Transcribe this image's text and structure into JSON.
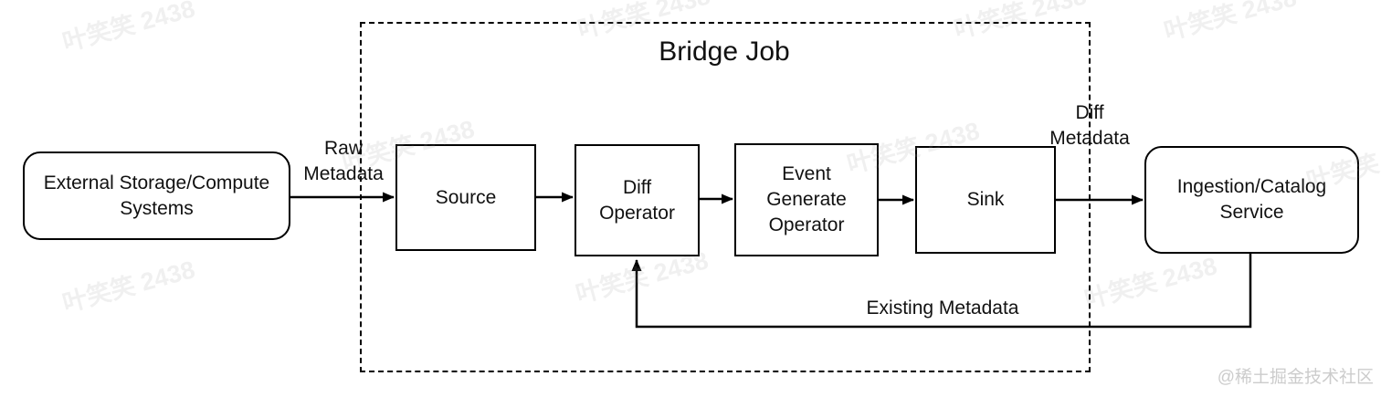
{
  "diagram": {
    "title": "Bridge Job",
    "nodes": [
      {
        "id": "external",
        "label": "External Storage/Compute Systems",
        "shape": "rounded"
      },
      {
        "id": "source",
        "label": "Source",
        "shape": "rect"
      },
      {
        "id": "diff-operator",
        "label": "Diff Operator",
        "shape": "rect"
      },
      {
        "id": "event-generate-operator",
        "label": "Event Generate Operator",
        "shape": "rect"
      },
      {
        "id": "sink",
        "label": "Sink",
        "shape": "rect"
      },
      {
        "id": "ingestion-catalog-service",
        "label": "Ingestion/Catalog Service",
        "shape": "rounded"
      }
    ],
    "edges": [
      {
        "from": "external",
        "to": "source",
        "label": "Raw Metadata"
      },
      {
        "from": "source",
        "to": "diff-operator",
        "label": ""
      },
      {
        "from": "diff-operator",
        "to": "event-generate-operator",
        "label": ""
      },
      {
        "from": "event-generate-operator",
        "to": "sink",
        "label": ""
      },
      {
        "from": "sink",
        "to": "ingestion-catalog-service",
        "label": "Diff Metadata"
      },
      {
        "from": "ingestion-catalog-service",
        "to": "diff-operator",
        "label": "Existing Metadata",
        "style": "feedback"
      }
    ],
    "group": {
      "label": "Bridge Job",
      "style": "dashed",
      "members": [
        "source",
        "diff-operator",
        "event-generate-operator",
        "sink"
      ]
    },
    "edge_labels": {
      "raw_metadata": "Raw Metadata",
      "diff_metadata": "Diff Metadata",
      "existing_metadata": "Existing Metadata"
    }
  },
  "watermarks": {
    "tile_text": "叶笑笑 2438",
    "credit": "@稀土掘金技术社区"
  },
  "colors": {
    "line": "#000000",
    "background": "#ffffff",
    "watermark_tile": "#ebebeb",
    "watermark_credit": "#cccccc"
  }
}
